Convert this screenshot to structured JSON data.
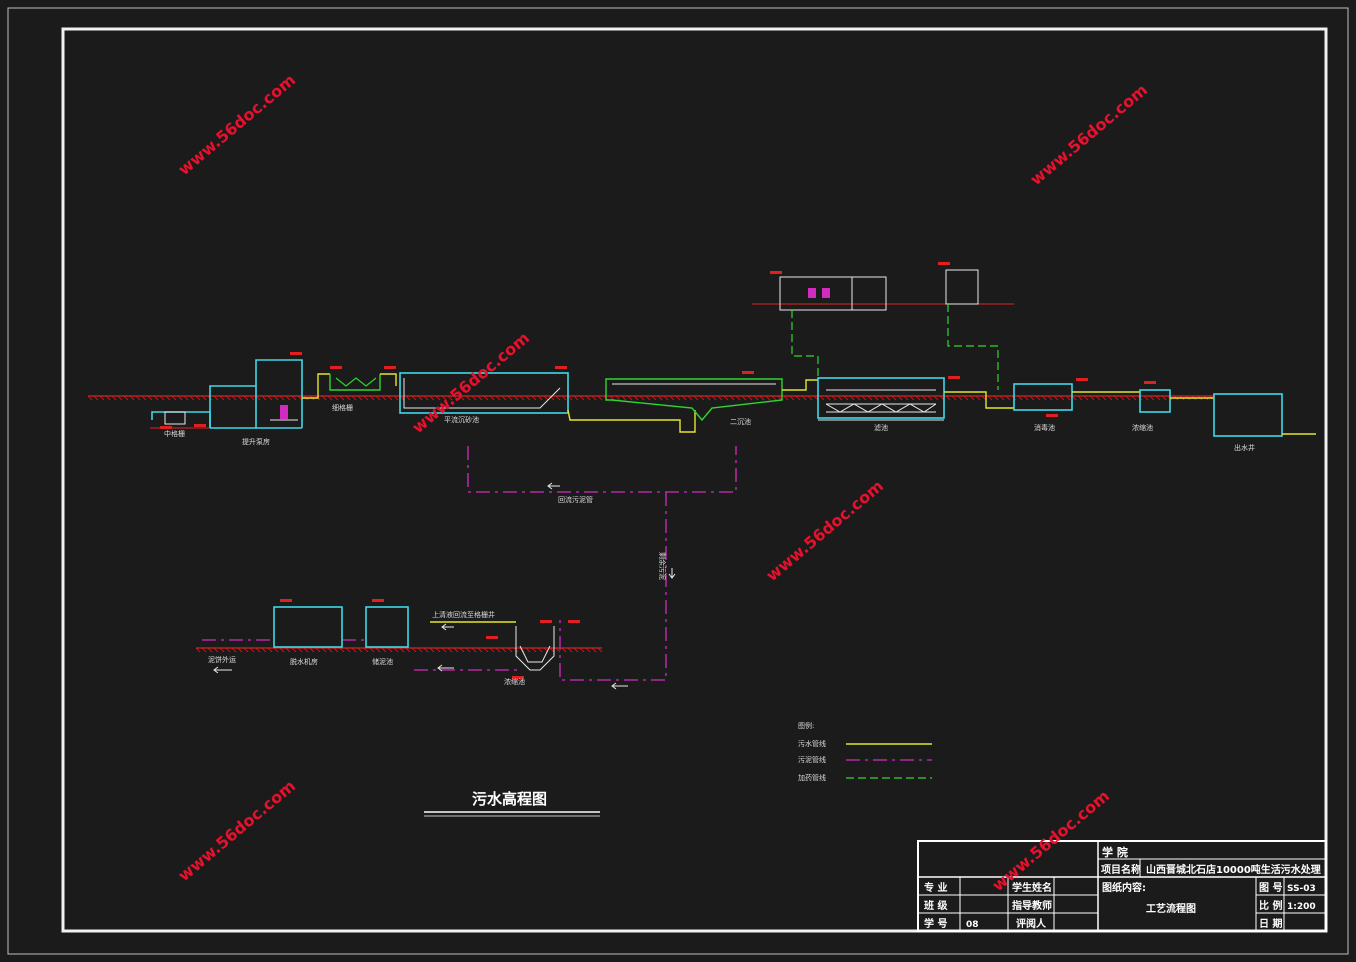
{
  "drawing": {
    "title": "污水高程图",
    "units": {
      "grille": "中格栅",
      "lift_pump": "提升泵房",
      "fine_grille": "细格栅",
      "grit_chamber": "平流沉砂池",
      "clarifier": "二沉池",
      "filter": "滤池",
      "disinfection": "消毒池",
      "outfall": "出水井",
      "sludge_thicken": "浓缩池",
      "sludge_dewater": "脱水机房",
      "sludge_storage": "储泥池",
      "sludge_outlet": "泥饼外运",
      "sludge_pipe_label": "回流污泥管",
      "sludge_return": "上清液回流至格栅井",
      "sludge_vertical": "剩余污泥"
    },
    "legend": {
      "title": "图例:",
      "items": [
        {
          "label": "污水管线",
          "color": "#e6e62e",
          "style": "solid"
        },
        {
          "label": "污泥管线",
          "color": "#d02cc0",
          "style": "dashdot"
        },
        {
          "label": "加药管线",
          "color": "#2fd62f",
          "style": "dashed"
        }
      ]
    }
  },
  "title_block": {
    "college_label": "学 院",
    "project_label": "项目名称",
    "project_value": "山西晋城北石店10000吨生活污水处理",
    "content_label": "图纸内容:",
    "content_value": "工艺流程图",
    "major_label": "专 业",
    "student_label": "学生姓名",
    "class_label": "班 级",
    "advisor_label": "指导教师",
    "id_label": "学 号",
    "id_value": "08",
    "reviewer_label": "评阅人",
    "drawing_no_label": "图 号",
    "drawing_no_value": "SS-03",
    "scale_label": "比 例",
    "scale_value": "1:200",
    "date_label": "日 期"
  },
  "watermark": "www.56doc.com"
}
